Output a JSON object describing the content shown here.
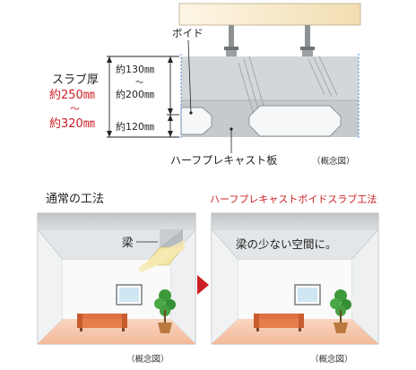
{
  "top": {
    "void_label": "ボイド",
    "slab_label": "スラブ厚",
    "slab_min": "約250㎜",
    "slab_tilde": "～",
    "slab_max": "約320㎜",
    "upper_a": "約130㎜",
    "upper_tilde": "～",
    "upper_b": "約200㎜",
    "lower": "約120㎜",
    "precast_label": "ハーフプレキャスト板",
    "concept_note": "（概念図）"
  },
  "left_panel": {
    "title": "通常の工法",
    "beam_label": "梁",
    "concept_note": "（概念図）"
  },
  "right_panel": {
    "title": "ハーフプレキャストボイドスラブ工法",
    "caption": "梁の少ない空間に。",
    "concept_note": "（概念図）"
  },
  "colors": {
    "accent_red": "#cc1f25",
    "slab_gray": "#cfd3d6",
    "floor_pink": "#f6c8ad",
    "beam_yellow": "#f3e4a2",
    "sofa": "#e0703f",
    "plant": "#3d9a3a"
  }
}
